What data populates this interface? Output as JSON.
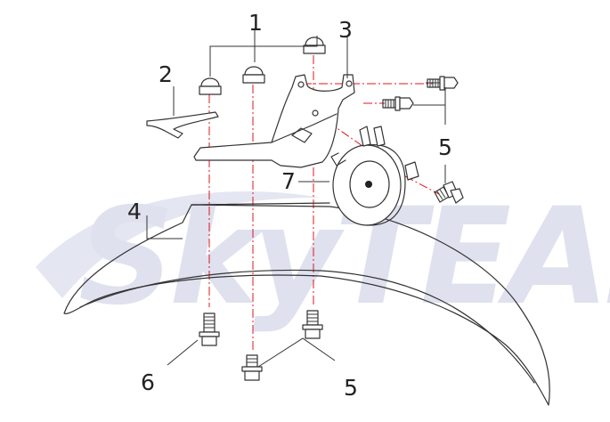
{
  "watermark": {
    "text": "SkyTEAM",
    "color": "#dfe1ef"
  },
  "callouts": [
    {
      "id": "callout-1",
      "label": "1"
    },
    {
      "id": "callout-2",
      "label": "2"
    },
    {
      "id": "callout-3",
      "label": "3"
    },
    {
      "id": "callout-4",
      "label": "4"
    },
    {
      "id": "callout-5-upper",
      "label": "5"
    },
    {
      "id": "callout-5-lower",
      "label": "5"
    },
    {
      "id": "callout-6",
      "label": "6"
    },
    {
      "id": "callout-7",
      "label": "7"
    }
  ],
  "colors": {
    "line": "#333333",
    "centerline": "#e0141e",
    "background": "#ffffff"
  }
}
